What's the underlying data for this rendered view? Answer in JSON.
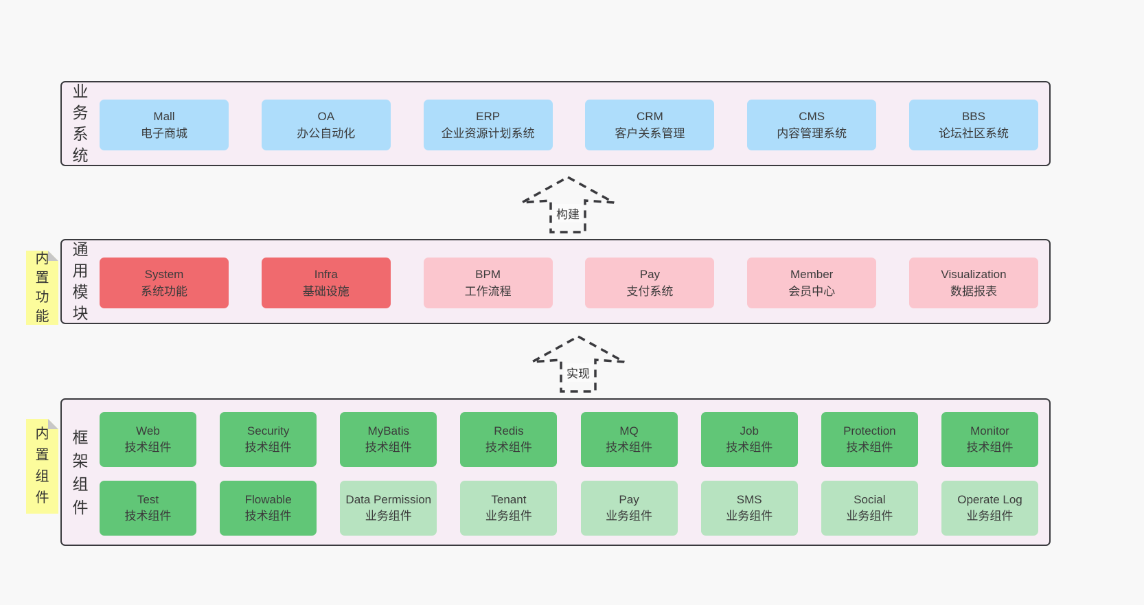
{
  "colors": {
    "page_bg": "#f8f8f8",
    "band_bg": "#f7edf5",
    "band_border": "#3a3a3e",
    "blue": "#aeddfb",
    "red": "#f06a6e",
    "pink": "#fbc6ce",
    "green_dark": "#61c677",
    "green_light": "#b7e3c0",
    "yellow": "#fcfc9c",
    "text": "#3b3b3b"
  },
  "bands": [
    {
      "title": "业务系统",
      "sticky": null,
      "rows": [
        [
          {
            "en": "Mall",
            "zh": "电子商城",
            "color": "blue"
          },
          {
            "en": "OA",
            "zh": "办公自动化",
            "color": "blue"
          },
          {
            "en": "ERP",
            "zh": "企业资源计划系统",
            "color": "blue"
          },
          {
            "en": "CRM",
            "zh": "客户关系管理",
            "color": "blue"
          },
          {
            "en": "CMS",
            "zh": "内容管理系统",
            "color": "blue"
          },
          {
            "en": "BBS",
            "zh": "论坛社区系统",
            "color": "blue"
          }
        ]
      ]
    },
    {
      "title": "通用模块",
      "sticky": "内置功能",
      "rows": [
        [
          {
            "en": "System",
            "zh": "系统功能",
            "color": "red"
          },
          {
            "en": "Infra",
            "zh": "基础设施",
            "color": "red"
          },
          {
            "en": "BPM",
            "zh": "工作流程",
            "color": "pink"
          },
          {
            "en": "Pay",
            "zh": "支付系统",
            "color": "pink"
          },
          {
            "en": "Member",
            "zh": "会员中心",
            "color": "pink"
          },
          {
            "en": "Visualization",
            "zh": "数据报表",
            "color": "pink"
          }
        ]
      ]
    },
    {
      "title": "框架组件",
      "sticky": "内置组件",
      "rows": [
        [
          {
            "en": "Web",
            "zh": "技术组件",
            "color": "green-dark"
          },
          {
            "en": "Security",
            "zh": "技术组件",
            "color": "green-dark"
          },
          {
            "en": "MyBatis",
            "zh": "技术组件",
            "color": "green-dark"
          },
          {
            "en": "Redis",
            "zh": "技术组件",
            "color": "green-dark"
          },
          {
            "en": "MQ",
            "zh": "技术组件",
            "color": "green-dark"
          },
          {
            "en": "Job",
            "zh": "技术组件",
            "color": "green-dark"
          },
          {
            "en": "Protection",
            "zh": "技术组件",
            "color": "green-dark"
          },
          {
            "en": "Monitor",
            "zh": "技术组件",
            "color": "green-dark"
          }
        ],
        [
          {
            "en": "Test",
            "zh": "技术组件",
            "color": "green-dark"
          },
          {
            "en": "Flowable",
            "zh": "技术组件",
            "color": "green-dark"
          },
          {
            "en": "Data Permission",
            "zh": "业务组件",
            "color": "green-light"
          },
          {
            "en": "Tenant",
            "zh": "业务组件",
            "color": "green-light"
          },
          {
            "en": "Pay",
            "zh": "业务组件",
            "color": "green-light"
          },
          {
            "en": "SMS",
            "zh": "业务组件",
            "color": "green-light"
          },
          {
            "en": "Social",
            "zh": "业务组件",
            "color": "green-light"
          },
          {
            "en": "Operate Log",
            "zh": "业务组件",
            "color": "green-light"
          }
        ]
      ]
    }
  ],
  "arrows": [
    {
      "label": "构建"
    },
    {
      "label": "实现"
    }
  ]
}
